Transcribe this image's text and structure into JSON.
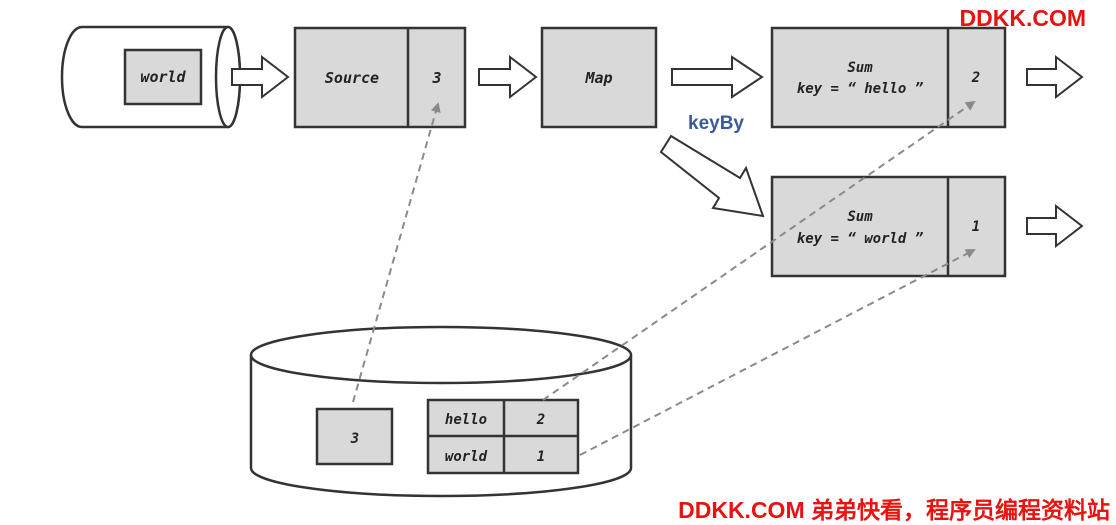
{
  "watermark": {
    "top": "DDKK.COM",
    "bottom": "DDKK.COM 弟弟快看，程序员编程资料站"
  },
  "colors": {
    "box_fill": "#d9d9d9",
    "stroke": "#333333",
    "dashed_arrow": "#8a8a8a",
    "keyby_label": "#3a5a9a",
    "watermark": "#e8130f"
  },
  "diagram": {
    "input_queue": {
      "record": "world"
    },
    "source": {
      "label": "Source",
      "state": "3"
    },
    "map": {
      "label": "Map"
    },
    "keyby": {
      "label": "keyBy"
    },
    "sum_hello": {
      "title": "Sum",
      "key": "key = “ hello ”",
      "state": "2"
    },
    "sum_world": {
      "title": "Sum",
      "key": "key = “ world ”",
      "state": "1"
    },
    "snapshot": {
      "offset": "3",
      "table": [
        {
          "key": "hello",
          "value": "2"
        },
        {
          "key": "world",
          "value": "1"
        }
      ]
    }
  }
}
